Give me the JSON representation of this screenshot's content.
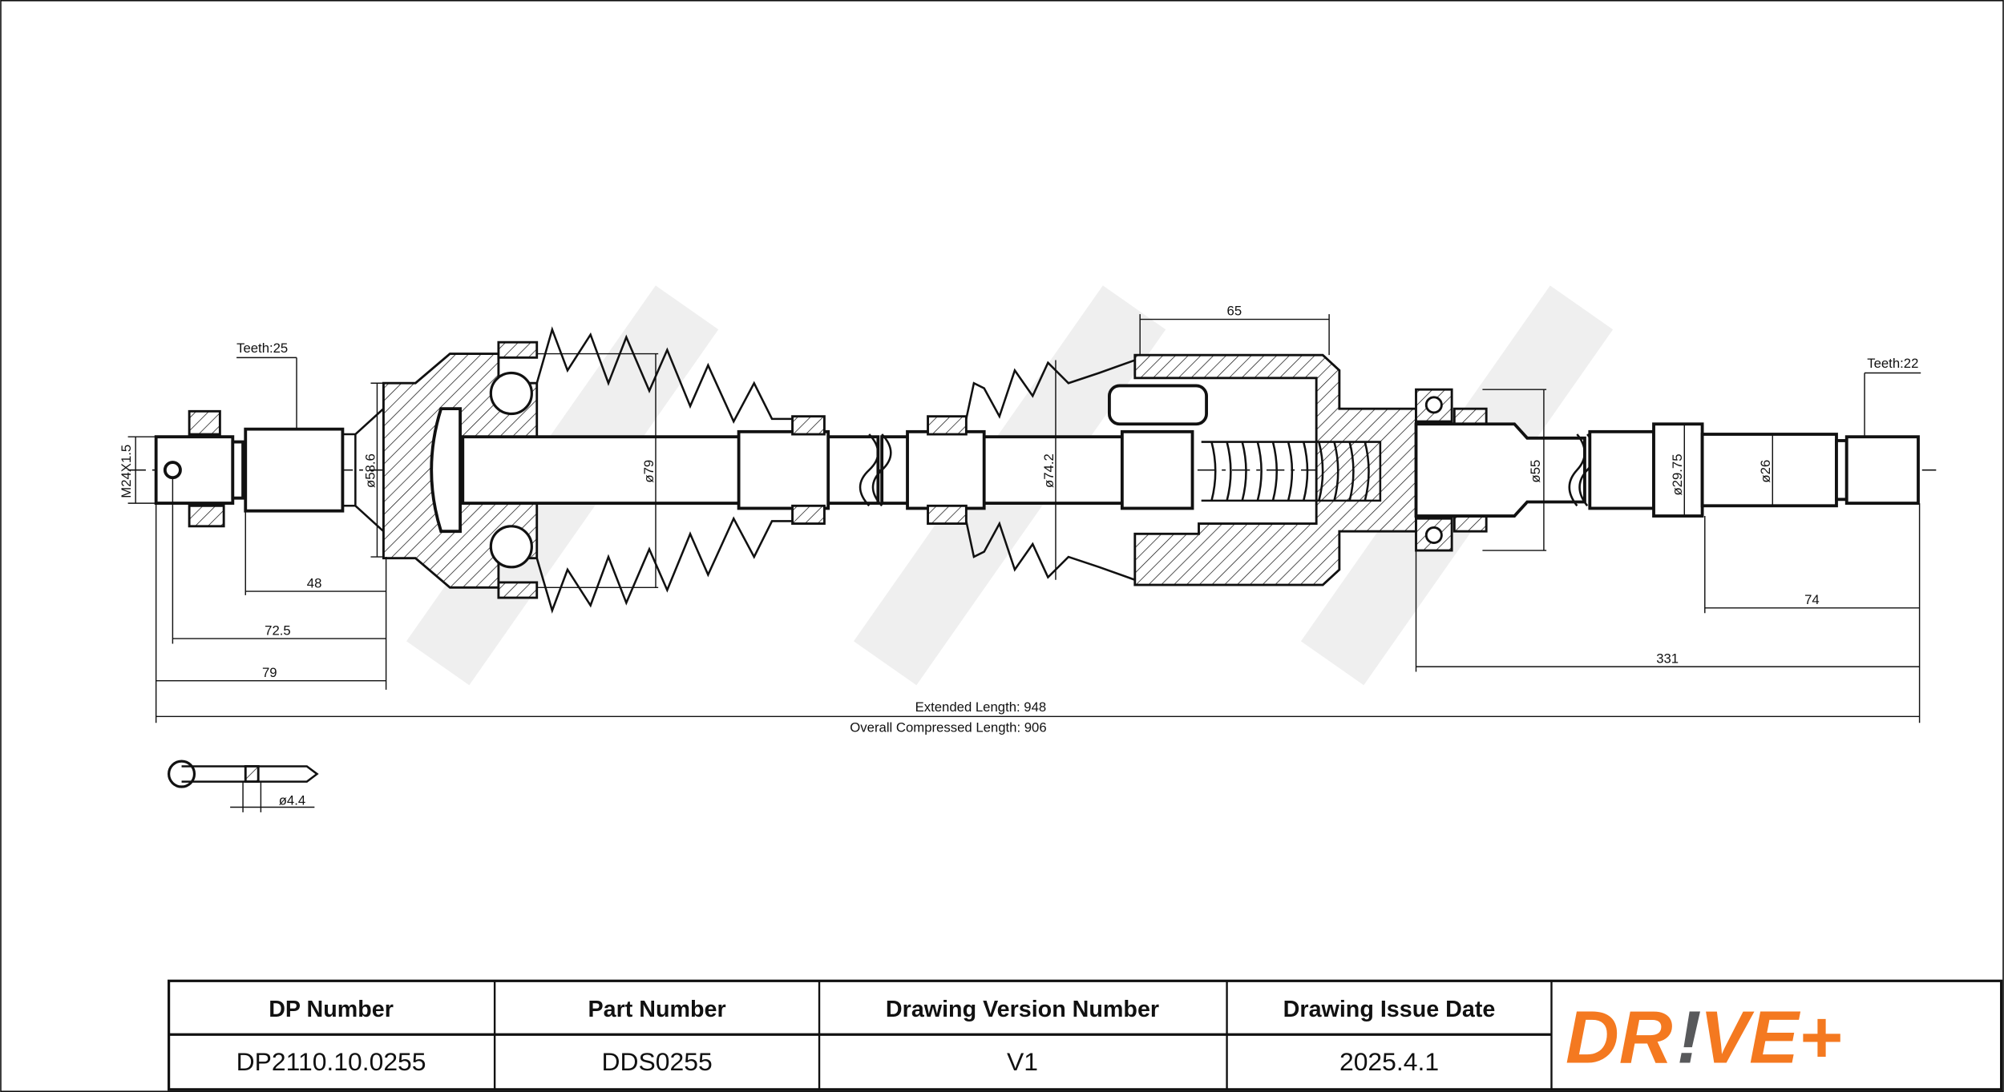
{
  "drawing": {
    "teeth_left": "Teeth:25",
    "teeth_right": "Teeth:22",
    "thread": "M24X1.5",
    "dia_58_6": "ø58.6",
    "dia_79": "ø79",
    "dia_74_2": "ø74.2",
    "dia_55": "ø55",
    "dia_29_75": "ø29.75",
    "dia_26": "ø26",
    "dim_48": "48",
    "dim_72_5": "72.5",
    "dim_79": "79",
    "dim_65": "65",
    "dim_74": "74",
    "dim_331": "331",
    "extended_length": "Extended  Length: 948",
    "compressed_length": "Overall  Compressed  Length: 906",
    "split_pin_dia": "ø4.4"
  },
  "title_block": {
    "headers": [
      "DP Number",
      "Part Number",
      "Drawing Version Number",
      "Drawing Issue Date"
    ],
    "values": [
      "DP2110.10.0255",
      "DDS0255",
      "V1",
      "2025.4.1"
    ],
    "logo_text": "DR!VE+"
  },
  "colors": {
    "brand_orange": "#f47920",
    "brand_gray": "#58595b",
    "line": "#111111"
  }
}
